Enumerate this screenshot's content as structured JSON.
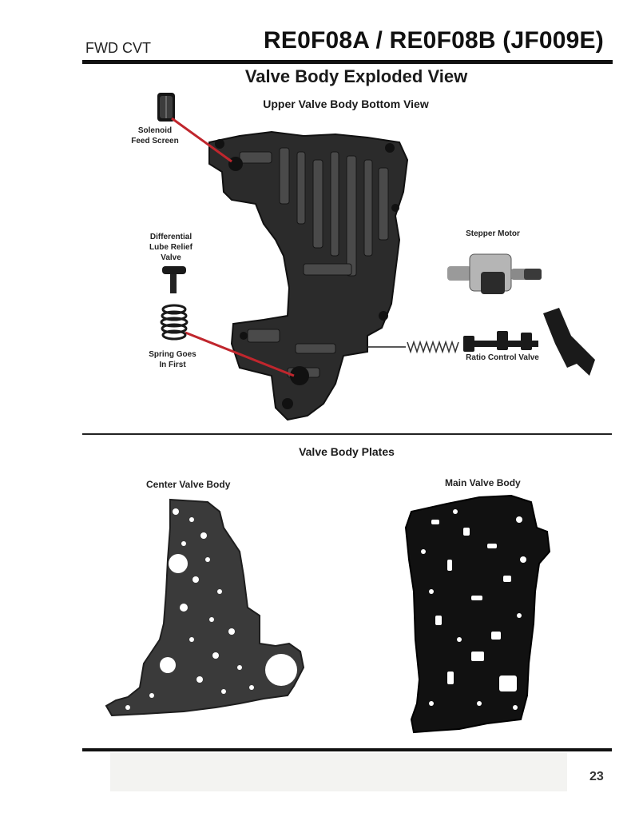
{
  "header": {
    "category": "FWD CVT",
    "title": "RE0F08A / RE0F08B (JF009E)"
  },
  "page_title": "Valve Body Exploded View",
  "upper_section": {
    "subtitle": "Upper Valve Body Bottom View",
    "labels": {
      "solenoid_screen": [
        "Solenoid",
        "Feed Screen"
      ],
      "diff_valve": [
        "Differential",
        "Lube Relief",
        "Valve"
      ],
      "spring": [
        "Spring Goes",
        "In First"
      ],
      "stepper_motor": "Stepper Motor",
      "ratio_valve": "Ratio Control Valve"
    }
  },
  "plates_section": {
    "title": "Valve Body Plates",
    "center_label": "Center Valve Body",
    "main_label": "Main Valve Body"
  },
  "footer": {
    "page_number": "23"
  },
  "colors": {
    "leader_line": "#c0262d",
    "casting": "#2b2b2b",
    "plate_center": "#3a3a3a",
    "plate_main": "#111111"
  }
}
